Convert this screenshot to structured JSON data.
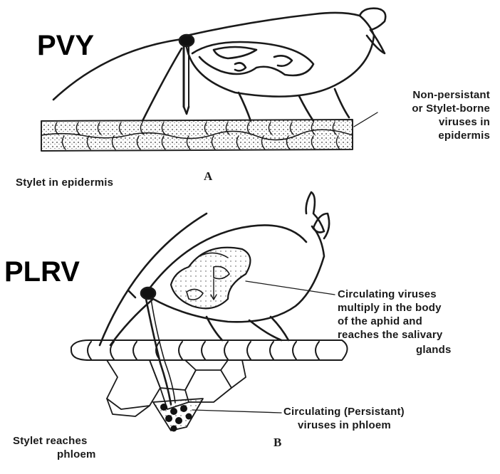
{
  "diagram": {
    "panel_a": {
      "virus_name": "PVY",
      "panel_letter": "A",
      "stylet_label": "Stylet in epidermis",
      "virus_label": [
        "Non-persistant",
        "or Stylet-borne",
        "viruses in",
        "epidermis"
      ]
    },
    "panel_b": {
      "virus_name": "PLRV",
      "panel_letter": "B",
      "circulating_label": [
        "Circulating viruses",
        "multiply in the body",
        "of the aphid and",
        "reaches the salivary",
        "glands"
      ],
      "phloem_label": [
        "Circulating (Persistant)",
        "viruses in phloem"
      ],
      "stylet_label": [
        "Stylet reaches",
        "phloem"
      ]
    }
  }
}
